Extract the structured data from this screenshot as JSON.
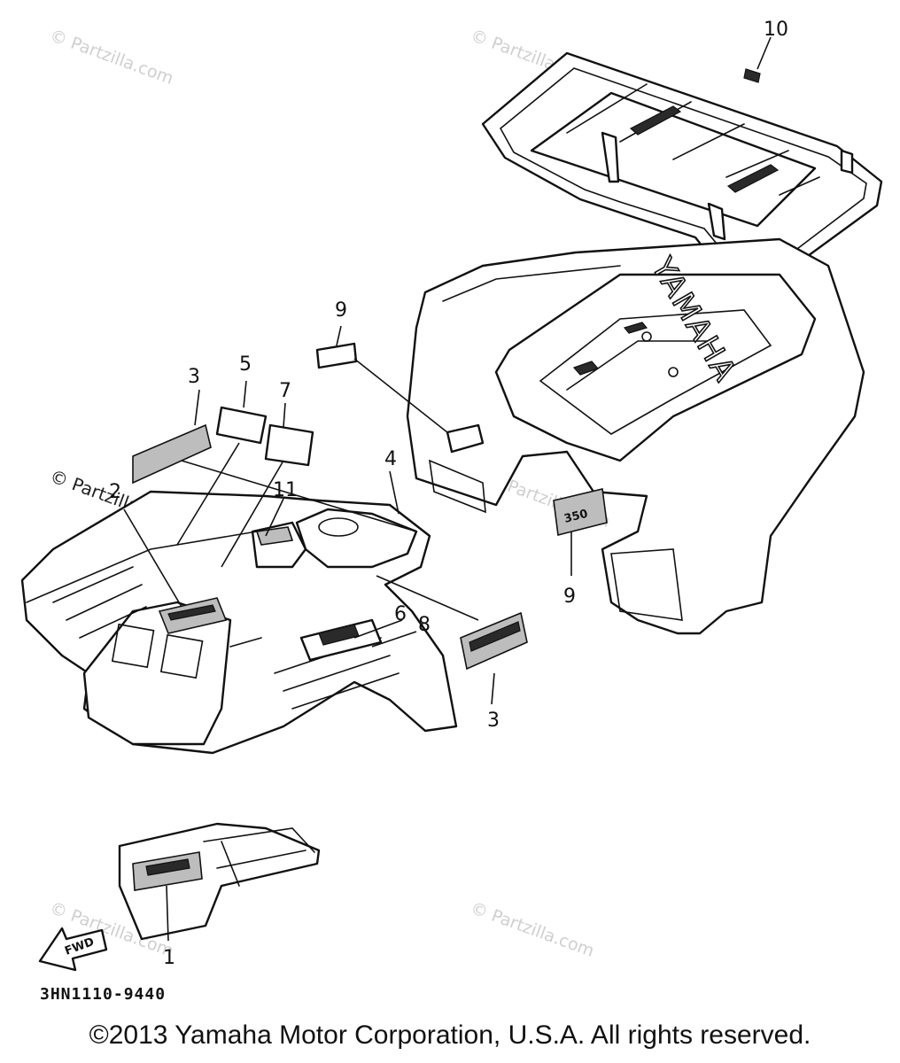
{
  "callouts": {
    "c10": "10",
    "c9a": "9",
    "c3a": "3",
    "c5": "5",
    "c7": "7",
    "c2": "2",
    "c11": "11",
    "c4": "4",
    "c6": "6",
    "c8": "8",
    "c9b": "9",
    "c3b": "3",
    "c1": "1"
  },
  "labels": {
    "brand": "YAMAHA",
    "fwd_arrow": "FWD",
    "decal_350": "350",
    "figure_code": "3HN1110-9440"
  },
  "watermarks": {
    "site": "© Partzilla.com",
    "left_bold": "© Partzilla.com"
  },
  "footer": {
    "copyright": "©2013  Yamaha Motor Corporation, U.S.A. All rights reserved."
  }
}
